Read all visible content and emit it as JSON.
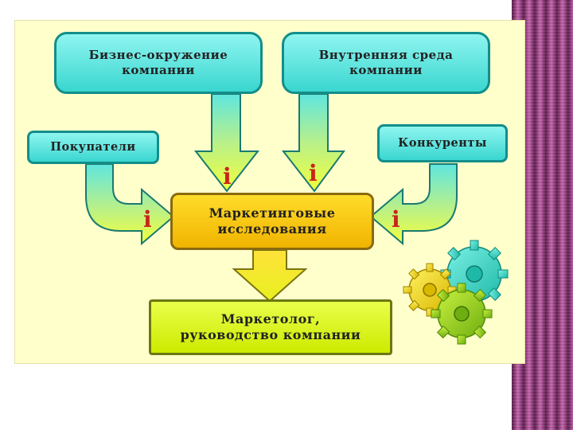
{
  "diagram": {
    "boxes": {
      "business_environment": "Бизнес-окружение\nкомпании",
      "internal_environment": "Внутренняя среда\nкомпании",
      "buyers": "Покупатели",
      "competitors": "Конкуренты",
      "marketing_research": "Маркетинговые\nисследования",
      "output": "Маркетолог,\nруководство компании"
    },
    "info_marker": "i",
    "colors": {
      "teal_fill": "#3ad6d0",
      "teal_border": "#138e8a",
      "center_fill": "#f0b400",
      "output_fill": "#cdea00",
      "panel_bg": "#ffffcc",
      "marker": "#c8261c",
      "side_stripe": "#a24a8c"
    },
    "decoration": "gears-icon"
  }
}
